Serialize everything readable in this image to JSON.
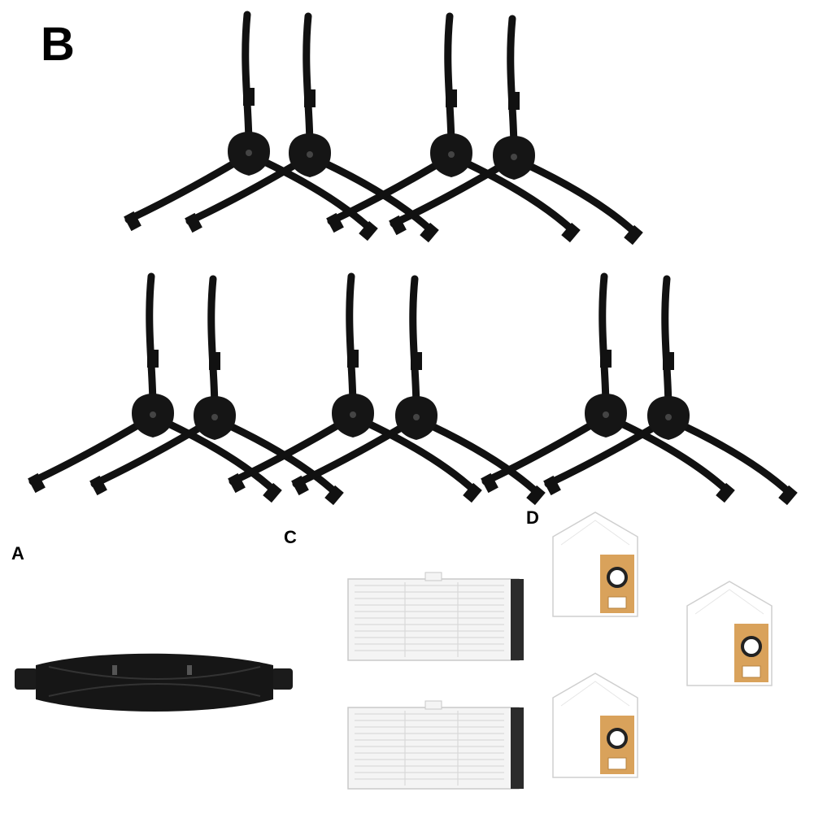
{
  "labels": {
    "b": "B",
    "a": "A",
    "c": "C",
    "d": "D"
  },
  "items": {
    "side_brush_count": 10,
    "main_brush_count": 1,
    "hepa_filter_count": 2,
    "dust_bag_count": 3
  },
  "colors": {
    "background": "#ffffff",
    "brush": "#111111",
    "filter_frame": "#f4f4f4",
    "filter_foam": "#2b2b2b",
    "bag_body": "#ffffff",
    "bag_cardboard": "#d9a25b"
  },
  "icons": [
    "side-brush-icon",
    "main-roller-brush-icon",
    "hepa-filter-icon",
    "dust-bag-icon"
  ]
}
